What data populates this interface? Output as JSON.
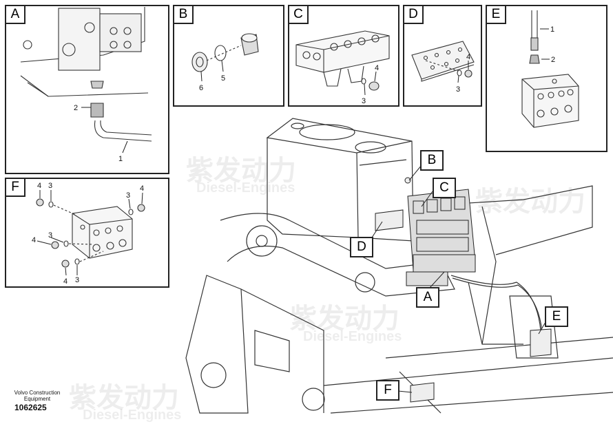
{
  "panels": {
    "A": {
      "label": "A",
      "parts": [
        "2",
        "1"
      ]
    },
    "B": {
      "label": "B",
      "parts": [
        "6",
        "5"
      ]
    },
    "C": {
      "label": "C",
      "parts": [
        "4",
        "3"
      ]
    },
    "D": {
      "label": "D",
      "parts": [
        "4",
        "3"
      ]
    },
    "E": {
      "label": "E",
      "parts": [
        "1",
        "2"
      ]
    },
    "F": {
      "label": "F",
      "parts": [
        "4",
        "3",
        "3",
        "4",
        "4",
        "3",
        "4",
        "3"
      ]
    }
  },
  "callouts": {
    "B": "B",
    "C": "C",
    "D": "D",
    "A": "A",
    "E": "E",
    "F": "F"
  },
  "footer": {
    "brand_line1": "Volvo Construction",
    "brand_line2": "Equipment",
    "doc_number": "1062625"
  },
  "watermark": {
    "chinese": "紫发动力",
    "english": "Diesel-Engines"
  }
}
